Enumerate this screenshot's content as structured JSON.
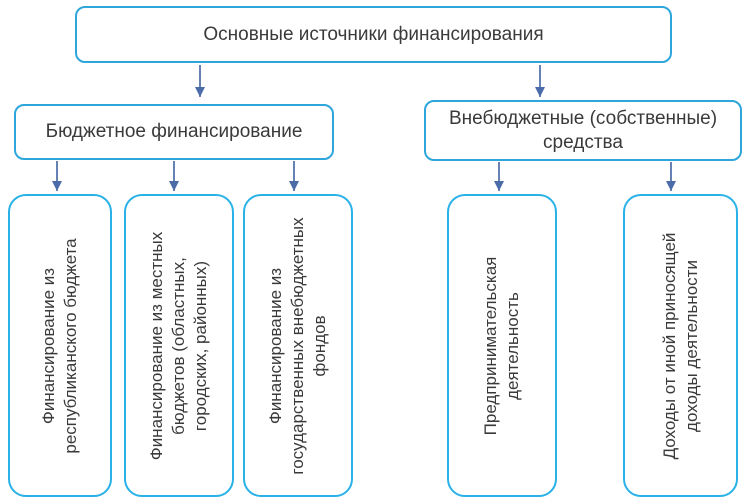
{
  "colors": {
    "background": "#ffffff",
    "box-border": "#2ea6dc",
    "leaf-border": "#29b2e7",
    "arrow": "#4b6ca8",
    "text": "#3a3a3a"
  },
  "root": {
    "label": "Основные источники финансирования"
  },
  "branches": [
    {
      "label_lines": [
        "Бюджетное финансирование"
      ],
      "children": [
        {
          "label_lines": [
            "Финансирование из",
            "республиканского бюджета"
          ]
        },
        {
          "label_lines": [
            "Финансирование из местных",
            "бюджетов (областных,",
            "городских, районных)"
          ]
        },
        {
          "label_lines": [
            "Финансирование из",
            "государственных внебюджетных",
            "фондов"
          ]
        }
      ]
    },
    {
      "label_lines": [
        "Внебюджетные (собственные)",
        "средства"
      ],
      "children": [
        {
          "label_lines": [
            "Предпринимательская",
            "деятельность"
          ]
        },
        {
          "label_lines": [
            "Доходы от иной приносящей",
            "доходы деятельности"
          ]
        }
      ]
    }
  ]
}
